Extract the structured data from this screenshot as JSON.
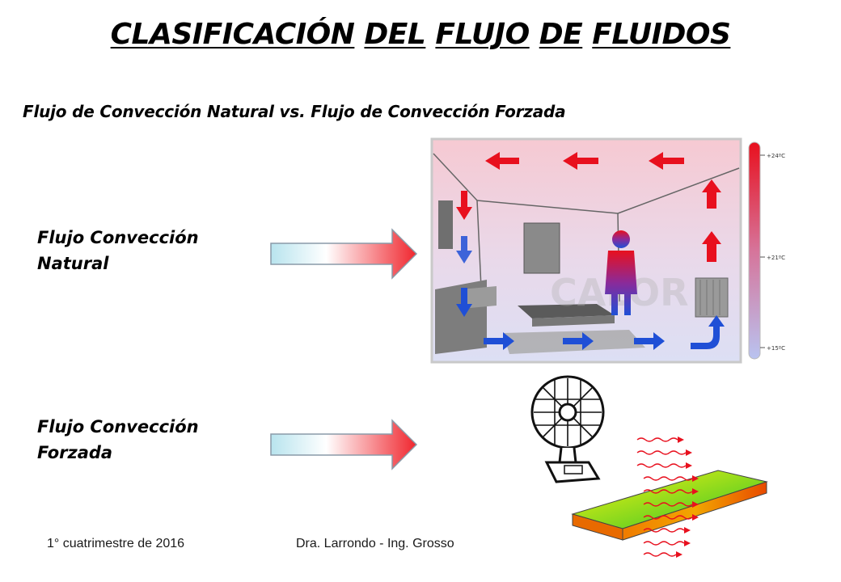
{
  "title": {
    "words": [
      "CLASIFICACIÓN",
      "DEL",
      "FLUJO",
      "DE",
      "FLUIDOS"
    ]
  },
  "subtitle": "Flujo de Convección Natural vs. Flujo de Convección Forzada",
  "natural": {
    "line1": "Flujo Convección",
    "line2": "Natural"
  },
  "forced": {
    "line1": "Flujo Convección",
    "line2": "Forzada"
  },
  "thermometer": {
    "top": "+24ºC",
    "mid": "+21ºC",
    "bottom": "+15ºC"
  },
  "watermark": "CALOR",
  "footer": {
    "left": "1° cuatrimestre de 2016",
    "center": "Dra. Larrondo - Ing. Grosso"
  },
  "colors": {
    "hot": "#e8101e",
    "cold": "#1f4fd6",
    "arrow_start": "#b8e4ee",
    "arrow_end": "#f0262e"
  }
}
